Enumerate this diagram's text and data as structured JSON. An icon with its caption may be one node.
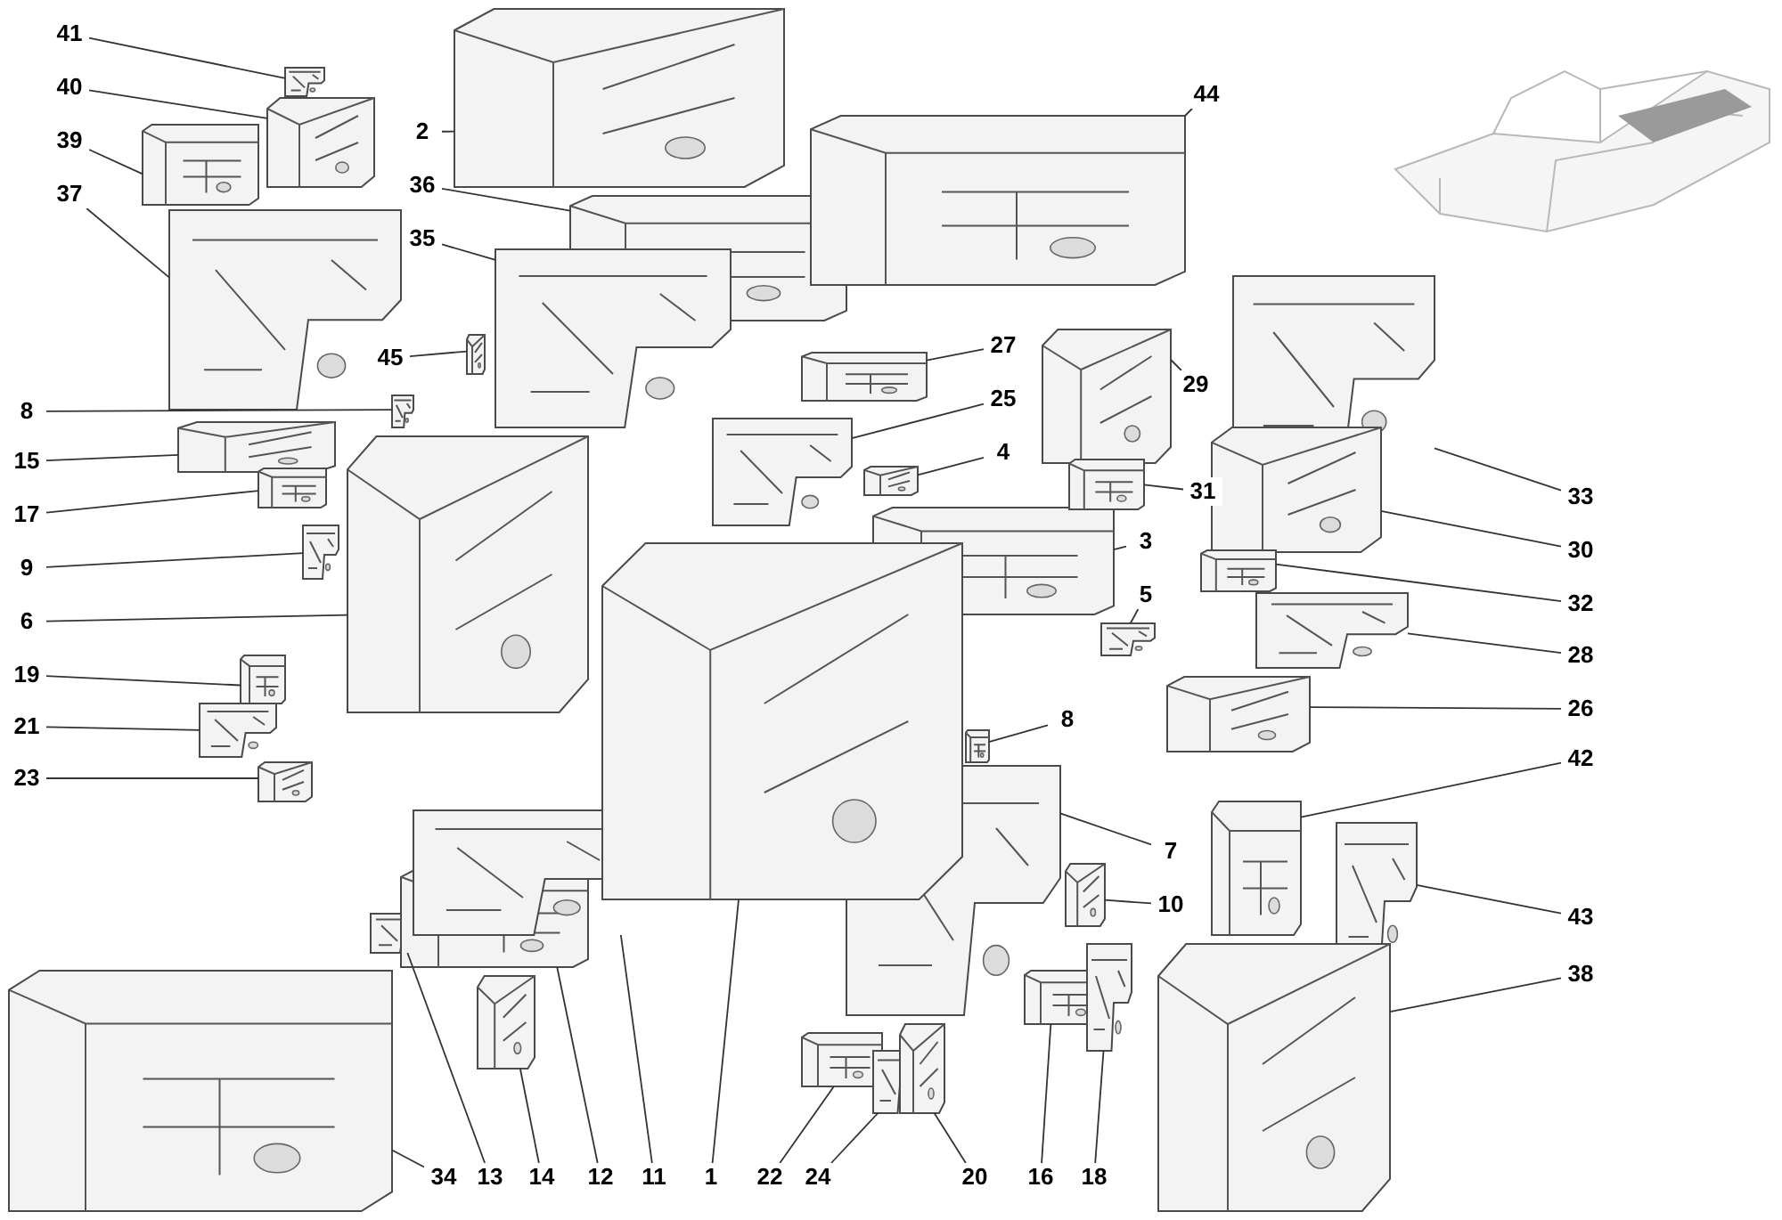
{
  "diagram": {
    "nodes": [
      {
        "text": [
          "41"
        ]
      },
      {
        "text": [],
        "shape": "picture"
      },
      {
        "text": [
          "40"
        ]
      },
      {
        "text": [],
        "shape": "picture"
      },
      {
        "text": [
          "39"
        ]
      },
      {
        "text": [],
        "shape": "picture"
      },
      {
        "text": [
          "37"
        ]
      },
      {
        "text": [],
        "shape": "picture"
      },
      {
        "text": [
          "2"
        ]
      },
      {
        "text": [],
        "shape": "picture"
      },
      {
        "text": [
          "36"
        ]
      },
      {
        "text": [],
        "shape": "picture"
      },
      {
        "text": [
          "35"
        ]
      },
      {
        "text": [],
        "shape": "picture"
      },
      {
        "text": [
          "45"
        ]
      },
      {
        "text": [],
        "shape": "picture"
      },
      {
        "text": [
          "44"
        ]
      },
      {
        "text": [],
        "shape": "picture"
      },
      {
        "text": [
          "8"
        ]
      },
      {
        "text": [],
        "shape": "picture"
      },
      {
        "text": [
          "15"
        ]
      },
      {
        "text": [],
        "shape": "picture"
      },
      {
        "text": [
          "17"
        ]
      },
      {
        "text": [],
        "shape": "picture"
      },
      {
        "text": [
          "9"
        ]
      },
      {
        "text": [],
        "shape": "picture"
      },
      {
        "text": [
          "6"
        ]
      },
      {
        "text": [],
        "shape": "picture"
      },
      {
        "text": [
          "19"
        ]
      },
      {
        "text": [],
        "shape": "picture"
      },
      {
        "text": [
          "21"
        ]
      },
      {
        "text": [],
        "shape": "picture"
      },
      {
        "text": [
          "23"
        ]
      },
      {
        "text": [],
        "shape": "picture"
      },
      {
        "text": [
          "27"
        ]
      },
      {
        "text": [],
        "shape": "picture"
      },
      {
        "text": [
          "25"
        ]
      },
      {
        "text": [],
        "shape": "picture"
      },
      {
        "text": [
          "4"
        ]
      },
      {
        "text": [],
        "shape": "picture"
      },
      {
        "text": [
          "3"
        ]
      },
      {
        "text": [],
        "shape": "picture"
      },
      {
        "text": [
          "5"
        ]
      },
      {
        "text": [],
        "shape": "picture"
      },
      {
        "text": [
          "29"
        ]
      },
      {
        "text": [],
        "shape": "picture"
      },
      {
        "text": [
          "31"
        ]
      },
      {
        "text": [],
        "shape": "picture"
      },
      {
        "text": [
          "33"
        ]
      },
      {
        "text": [],
        "shape": "picture"
      },
      {
        "text": [
          "30"
        ]
      },
      {
        "text": [],
        "shape": "picture"
      },
      {
        "text": [
          "32"
        ]
      },
      {
        "text": [],
        "shape": "picture"
      },
      {
        "text": [
          "28"
        ]
      },
      {
        "text": [],
        "shape": "picture"
      },
      {
        "text": [
          "26"
        ]
      },
      {
        "text": [],
        "shape": "picture"
      },
      {
        "text": [
          "42"
        ]
      },
      {
        "text": [],
        "shape": "picture"
      },
      {
        "text": [
          "43"
        ]
      },
      {
        "text": [],
        "shape": "picture"
      },
      {
        "text": [
          "38"
        ]
      },
      {
        "text": [],
        "shape": "picture"
      },
      {
        "text": [
          "8"
        ]
      },
      {
        "text": [],
        "shape": "picture"
      },
      {
        "text": [
          "7"
        ]
      },
      {
        "text": [],
        "shape": "picture"
      },
      {
        "text": [
          "10"
        ]
      },
      {
        "text": [],
        "shape": "picture"
      },
      {
        "text": [
          "34"
        ]
      },
      {
        "text": [],
        "shape": "picture"
      },
      {
        "text": [
          "13"
        ]
      },
      {
        "text": [],
        "shape": "picture"
      },
      {
        "text": [
          "14"
        ]
      },
      {
        "text": [],
        "shape": "picture"
      },
      {
        "text": [
          "12"
        ]
      },
      {
        "text": [],
        "shape": "picture"
      },
      {
        "text": [
          "11"
        ]
      },
      {
        "text": [],
        "shape": "picture"
      },
      {
        "text": [
          "1"
        ]
      },
      {
        "text": [],
        "shape": "picture"
      },
      {
        "text": [
          "22"
        ]
      },
      {
        "text": [],
        "shape": "picture"
      },
      {
        "text": [
          "24"
        ]
      },
      {
        "text": [],
        "shape": "picture"
      },
      {
        "text": [
          "20"
        ]
      },
      {
        "text": [],
        "shape": "picture"
      },
      {
        "text": [
          "16"
        ]
      },
      {
        "text": [],
        "shape": "picture"
      },
      {
        "text": [
          "18"
        ]
      },
      {
        "text": [],
        "shape": "picture"
      }
    ],
    "edges": [
      {
        "from": 0,
        "to": 1,
        "arrow": "none"
      },
      {
        "from": 2,
        "to": 3,
        "arrow": "none"
      },
      {
        "from": 4,
        "to": 5,
        "arrow": "none"
      },
      {
        "from": 6,
        "to": 7,
        "arrow": "none"
      },
      {
        "from": 8,
        "to": 9,
        "arrow": "none"
      },
      {
        "from": 10,
        "to": 11,
        "arrow": "none"
      },
      {
        "from": 12,
        "to": 13,
        "arrow": "none"
      },
      {
        "from": 14,
        "to": 15,
        "arrow": "none"
      },
      {
        "from": 16,
        "to": 17,
        "arrow": "none"
      },
      {
        "from": 18,
        "to": 19,
        "arrow": "none"
      },
      {
        "from": 20,
        "to": 21,
        "arrow": "none"
      },
      {
        "from": 22,
        "to": 23,
        "arrow": "none"
      },
      {
        "from": 24,
        "to": 25,
        "arrow": "none"
      },
      {
        "from": 26,
        "to": 27,
        "arrow": "none"
      },
      {
        "from": 28,
        "to": 29,
        "arrow": "none"
      },
      {
        "from": 30,
        "to": 31,
        "arrow": "none"
      },
      {
        "from": 32,
        "to": 33,
        "arrow": "none"
      },
      {
        "from": 34,
        "to": 35,
        "arrow": "none"
      },
      {
        "from": 36,
        "to": 37,
        "arrow": "none"
      },
      {
        "from": 38,
        "to": 39,
        "arrow": "none"
      },
      {
        "from": 40,
        "to": 41,
        "arrow": "none"
      },
      {
        "from": 42,
        "to": 43,
        "arrow": "none"
      },
      {
        "from": 44,
        "to": 45,
        "arrow": "none"
      },
      {
        "from": 46,
        "to": 47,
        "arrow": "none"
      },
      {
        "from": 48,
        "to": 49,
        "arrow": "none"
      },
      {
        "from": 50,
        "to": 51,
        "arrow": "none"
      },
      {
        "from": 52,
        "to": 53,
        "arrow": "none"
      },
      {
        "from": 54,
        "to": 55,
        "arrow": "none"
      },
      {
        "from": 56,
        "to": 57,
        "arrow": "none"
      },
      {
        "from": 58,
        "to": 59,
        "arrow": "none"
      },
      {
        "from": 60,
        "to": 61,
        "arrow": "none"
      },
      {
        "from": 62,
        "to": 63,
        "arrow": "none"
      },
      {
        "from": 64,
        "to": 65,
        "arrow": "none"
      },
      {
        "from": 66,
        "to": 67,
        "arrow": "none"
      },
      {
        "from": 68,
        "to": 69,
        "arrow": "none"
      },
      {
        "from": 70,
        "to": 71,
        "arrow": "none"
      },
      {
        "from": 72,
        "to": 73,
        "arrow": "none"
      },
      {
        "from": 74,
        "to": 75,
        "arrow": "none"
      },
      {
        "from": 76,
        "to": 77,
        "arrow": "none"
      },
      {
        "from": 78,
        "to": 79,
        "arrow": "none"
      },
      {
        "from": 80,
        "to": 81,
        "arrow": "none"
      },
      {
        "from": 82,
        "to": 83,
        "arrow": "none"
      },
      {
        "from": 84,
        "to": 85,
        "arrow": "none"
      },
      {
        "from": 86,
        "to": 87,
        "arrow": "none"
      },
      {
        "from": 88,
        "to": 89,
        "arrow": "none"
      },
      {
        "from": 90,
        "to": 91,
        "arrow": "none"
      }
    ]
  }
}
